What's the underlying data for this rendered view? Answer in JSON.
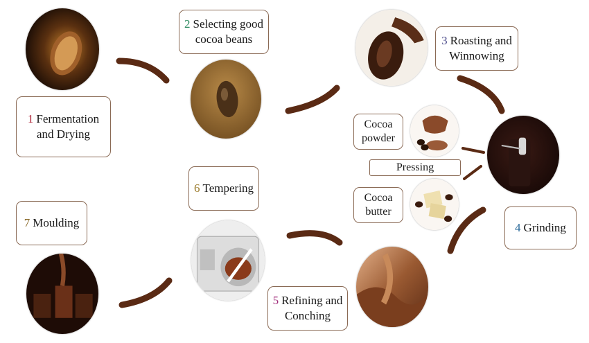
{
  "colors": {
    "arrow": "#5a2a14",
    "step1": "#b0273a",
    "step2": "#2a8a5e",
    "step3": "#4a4a8a",
    "step4": "#2a6a9a",
    "step5": "#a02a7a",
    "step6": "#9a7a2a",
    "step7": "#8a6a2a"
  },
  "steps": [
    {
      "num": "1",
      "label": "Fermentation\nand Drying"
    },
    {
      "num": "2",
      "label": "Selecting good\ncocoa beans"
    },
    {
      "num": "3",
      "label": "Roasting and\nWinnowing"
    },
    {
      "num": "4",
      "label": "Grinding"
    },
    {
      "num": "5",
      "label": "Refining and\nConching"
    },
    {
      "num": "6",
      "label": "Tempering"
    },
    {
      "num": "7",
      "label": "Moulding"
    }
  ],
  "side_boxes": {
    "cocoa_powder": "Cocoa\npowder",
    "pressing": "Pressing",
    "cocoa_butter": "Cocoa\nbutter"
  },
  "images": [
    {
      "name": "cocoa-pod-photo",
      "subject": "open cocoa pod"
    },
    {
      "name": "cocoa-bean-photo",
      "subject": "cocoa bean"
    },
    {
      "name": "roasted-beans-photo",
      "subject": "roasted cocoa beans"
    },
    {
      "name": "grinder-photo",
      "subject": "cocoa grinder"
    },
    {
      "name": "conching-photo",
      "subject": "liquid chocolate"
    },
    {
      "name": "tempering-machine-photo",
      "subject": "tempering machine"
    },
    {
      "name": "moulding-photo",
      "subject": "chocolate moulding"
    },
    {
      "name": "cocoa-powder-photo",
      "subject": "cocoa powder"
    },
    {
      "name": "cocoa-butter-photo",
      "subject": "cocoa butter"
    }
  ]
}
